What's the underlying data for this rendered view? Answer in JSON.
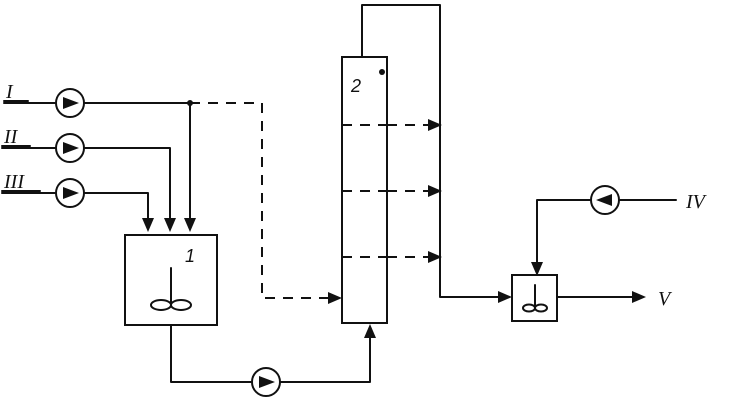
{
  "streams": {
    "i": "I",
    "ii": "II",
    "iii": "III",
    "iv": "IV",
    "v": "V"
  },
  "units": {
    "mixer": "1",
    "column": "2"
  }
}
